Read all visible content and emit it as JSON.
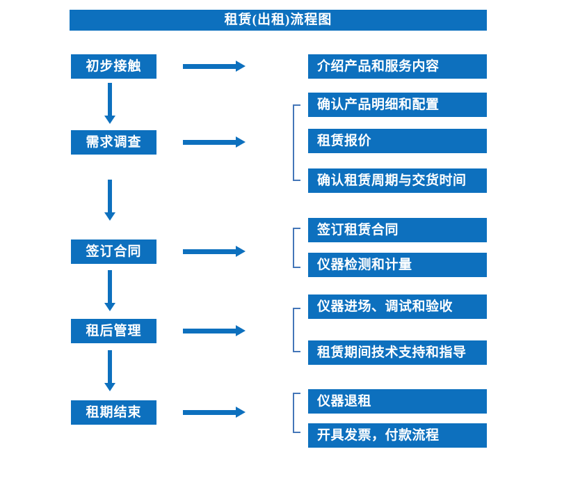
{
  "title": "租赁(出租)流程图",
  "colors": {
    "primary_blue": "#0d70be",
    "bracket_blue": "#4476b8",
    "text_on_blue": "#ffffff",
    "background": "#ffffff"
  },
  "flow": {
    "steps": [
      {
        "label": "初步接触",
        "details": [
          "介绍产品和服务内容"
        ]
      },
      {
        "label": "需求调查",
        "details": [
          "确认产品明细和配置",
          "租赁报价",
          "确认租赁周期与交货时间"
        ]
      },
      {
        "label": "签订合同",
        "details": [
          "签订租赁合同",
          "仪器检测和计量"
        ]
      },
      {
        "label": "租后管理",
        "details": [
          "仪器进场、调试和验收",
          "租赁期间技术支持和指导"
        ]
      },
      {
        "label": "租期结束",
        "details": [
          "仪器退租",
          "开具发票，付款流程"
        ]
      }
    ]
  }
}
